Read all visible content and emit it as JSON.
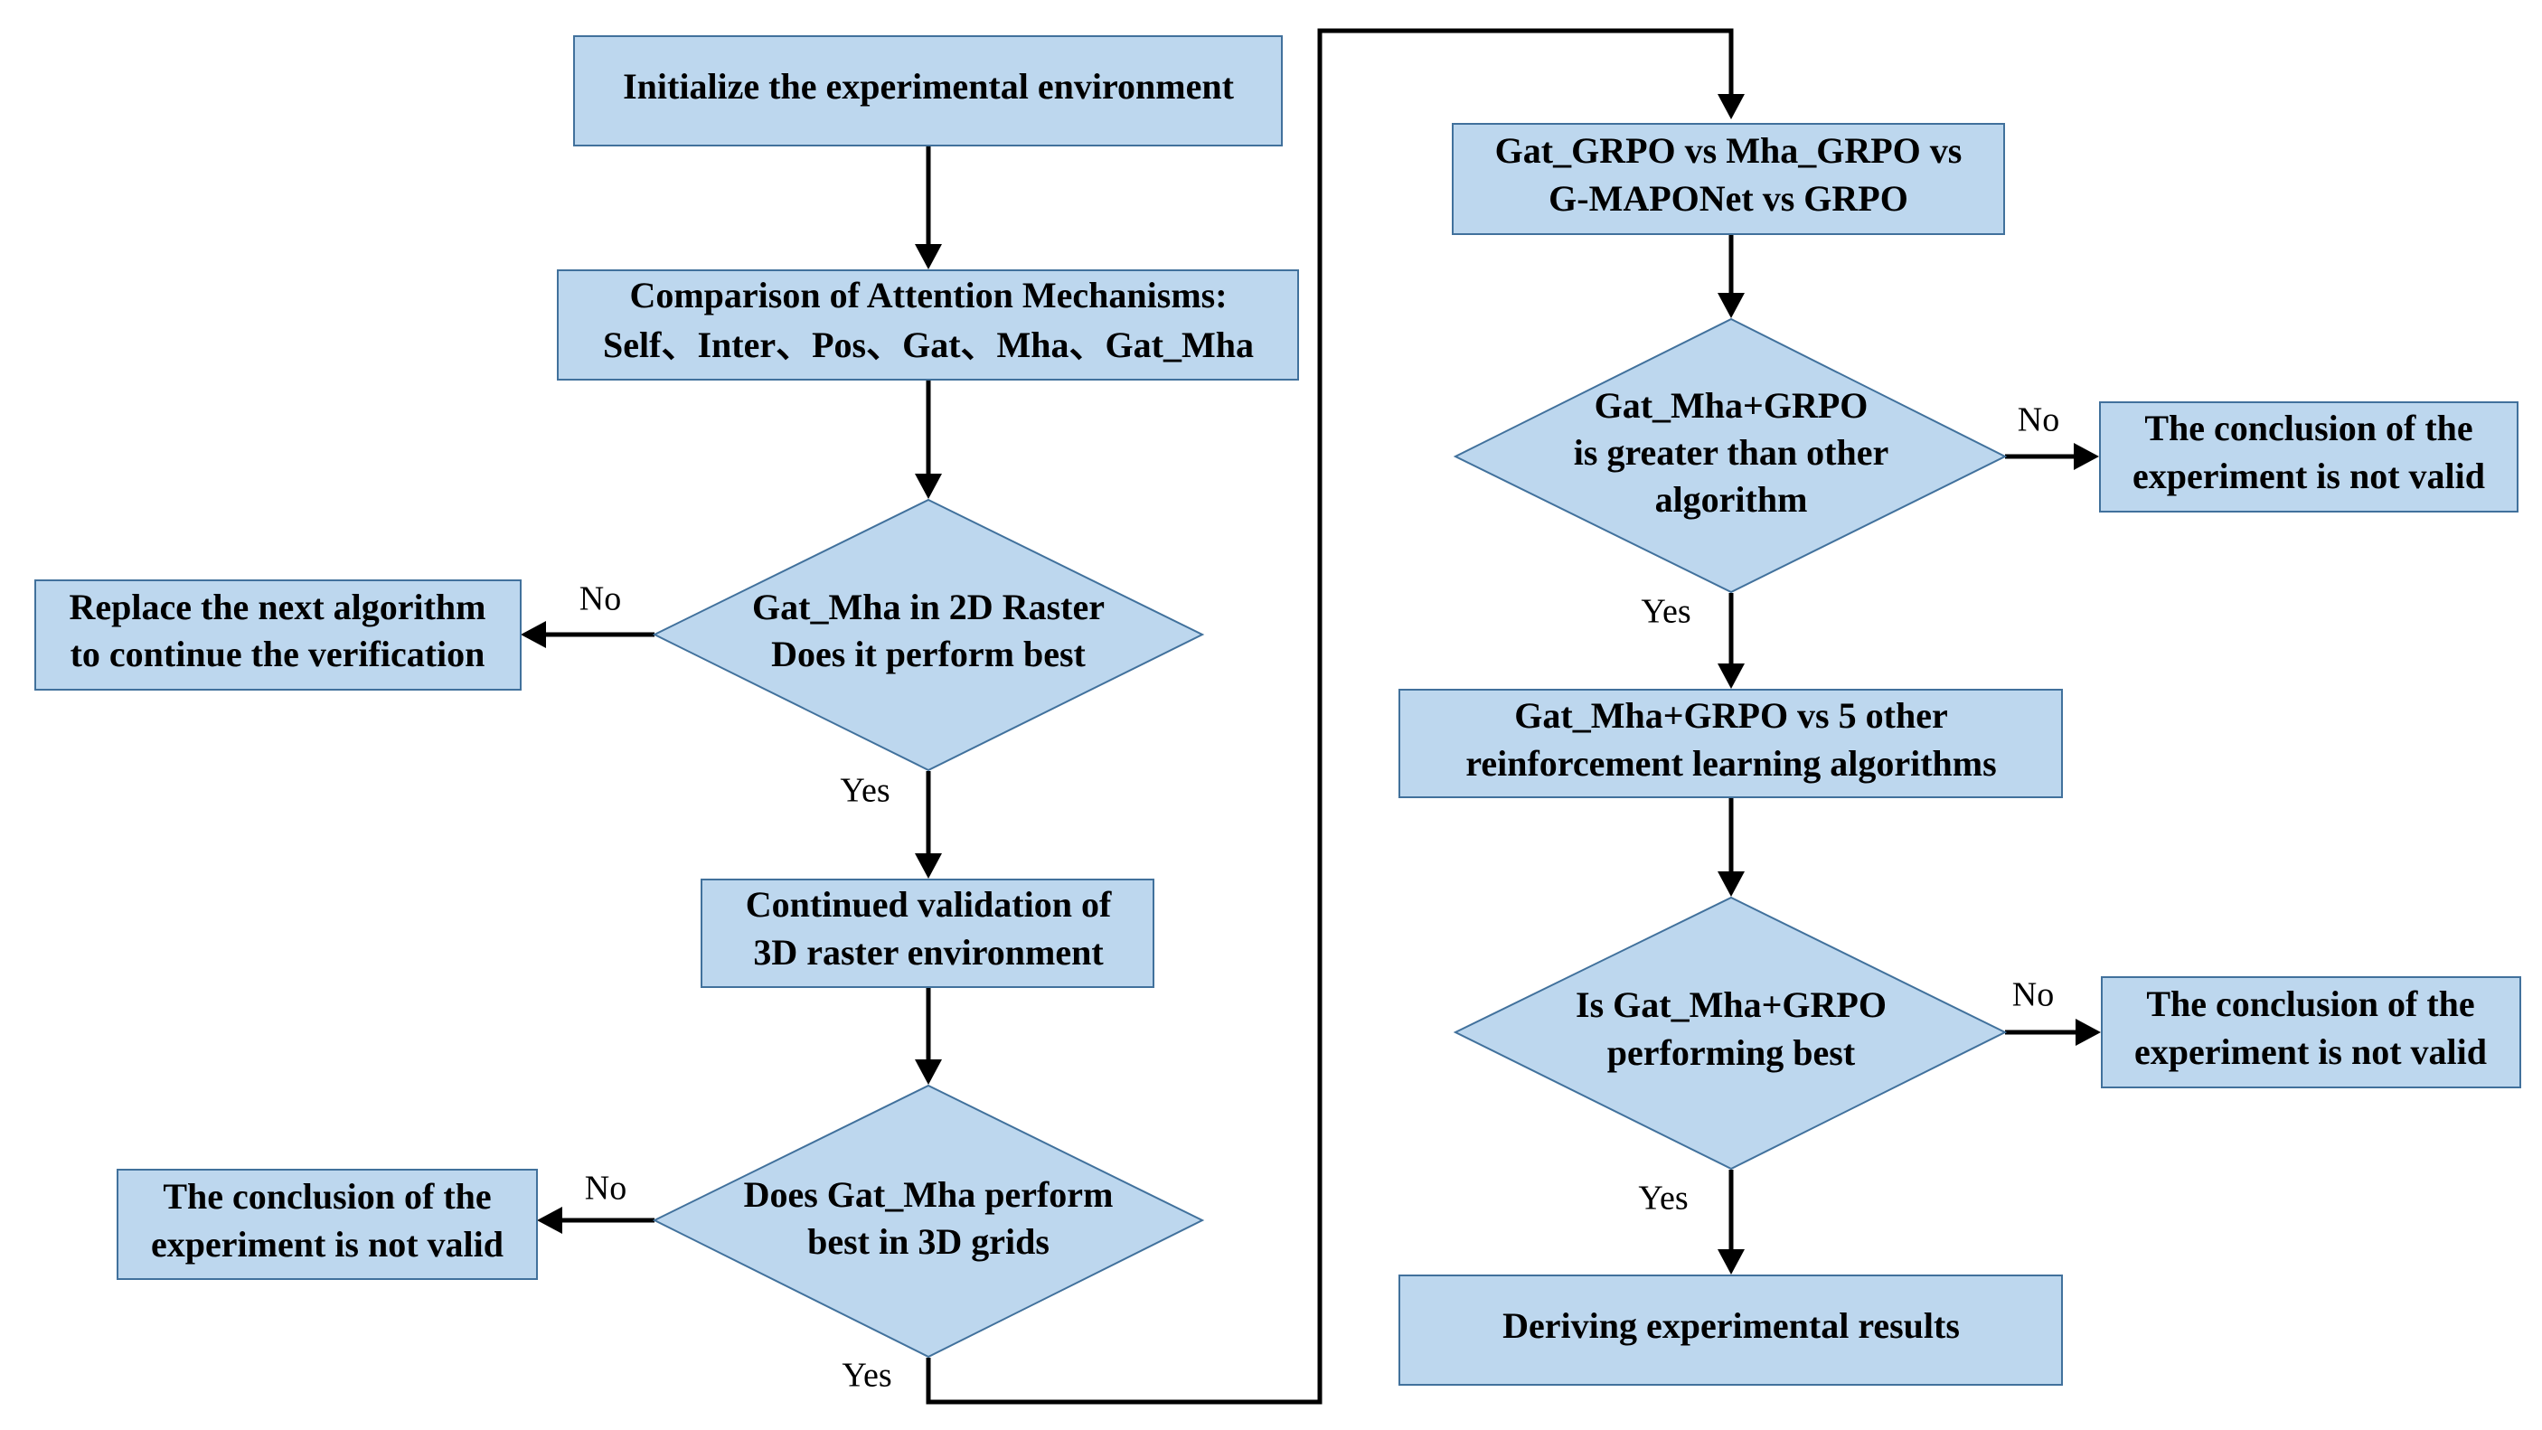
{
  "nodes": {
    "init": {
      "lines": [
        "Initialize the experimental environment"
      ]
    },
    "compare_attention": {
      "lines": [
        "Comparison of Attention Mechanisms:",
        "Self、Inter、Pos、Gat、Mha、Gat_Mha"
      ]
    },
    "decision_2d": {
      "lines": [
        "Gat_Mha in 2D Raster",
        "Does it perform best"
      ]
    },
    "replace_next": {
      "lines": [
        "Replace the next algorithm",
        "to continue the verification"
      ]
    },
    "validate_3d": {
      "lines": [
        "Continued validation of",
        "3D raster environment"
      ]
    },
    "decision_3d": {
      "lines": [
        "Does Gat_Mha perform",
        "best in 3D grids"
      ]
    },
    "invalid_1": {
      "lines": [
        "The conclusion of the",
        "experiment is not valid"
      ]
    },
    "compare_grpo": {
      "lines": [
        "Gat_GRPO vs Mha_GRPO vs",
        "G-MAPONet vs GRPO"
      ]
    },
    "decision_grpo": {
      "lines": [
        "Gat_Mha+GRPO",
        "is greater than other",
        "algorithm"
      ]
    },
    "invalid_2": {
      "lines": [
        "The conclusion of the",
        "experiment is not valid"
      ]
    },
    "compare_rl": {
      "lines": [
        "Gat_Mha+GRPO vs 5 other",
        "reinforcement learning algorithms"
      ]
    },
    "decision_best": {
      "lines": [
        "Is Gat_Mha+GRPO",
        "performing best"
      ]
    },
    "invalid_3": {
      "lines": [
        "The conclusion of the",
        "experiment is not valid"
      ]
    },
    "results": {
      "lines": [
        "Deriving experimental results"
      ]
    }
  },
  "edge_labels": {
    "no_2d": "No",
    "yes_2d": "Yes",
    "no_3d": "No",
    "yes_3d": "Yes",
    "no_grpo": "No",
    "yes_grpo": "Yes",
    "no_best": "No",
    "yes_best": "Yes"
  },
  "colors": {
    "node_fill": "#bdd7ee",
    "node_border": "#41719c",
    "edge": "#000000"
  }
}
